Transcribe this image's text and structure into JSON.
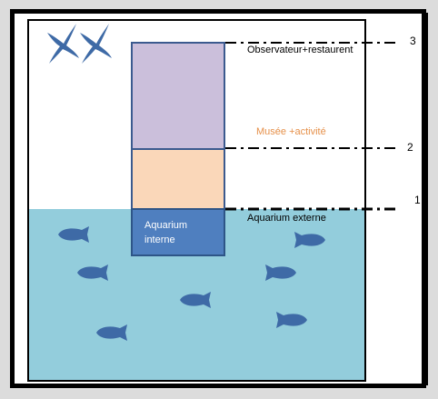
{
  "levels": [
    {
      "number": "3",
      "label": "Observateur+restaurent"
    },
    {
      "number": "2",
      "label": "Musée +activité"
    },
    {
      "number": "1",
      "label": "Aquarium externe"
    }
  ],
  "inner_aquarium": {
    "line1": "Aquarium",
    "line2": "interne"
  },
  "colors": {
    "water": "#93cddc",
    "observateur_block": "#cbbfdb",
    "musee_block": "#fad7b9",
    "aquarium_block": "#4f7fbf",
    "musee_text": "#e6904a",
    "icons": "#3e6aa6"
  },
  "icons": [
    "bird-icon",
    "bird-icon",
    "fish-icon",
    "fish-icon",
    "fish-icon",
    "fish-icon",
    "fish-icon",
    "fish-icon",
    "fish-icon",
    "fish-icon"
  ]
}
